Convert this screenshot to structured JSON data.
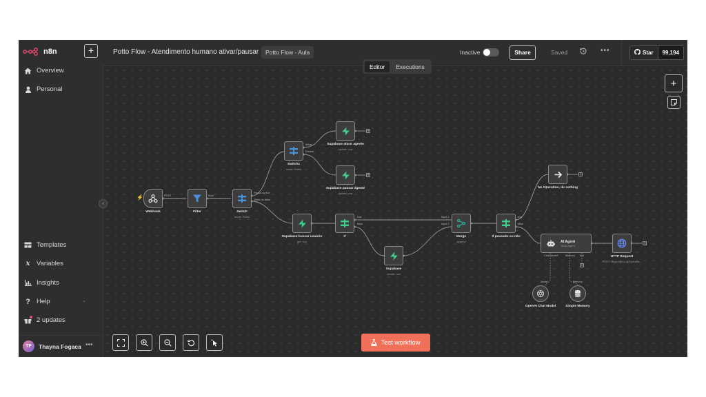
{
  "app": {
    "name": "n8n",
    "new_button": "+"
  },
  "sidebar": {
    "items": [
      {
        "label": "Overview",
        "icon": "home-icon"
      },
      {
        "label": "Personal",
        "icon": "user-icon"
      }
    ],
    "bottom_items": [
      {
        "label": "Templates",
        "icon": "templates-icon"
      },
      {
        "label": "Variables",
        "icon": "variables-icon"
      },
      {
        "label": "Insights",
        "icon": "insights-icon"
      },
      {
        "label": "Help",
        "icon": "help-icon"
      },
      {
        "label": "2 updates",
        "icon": "gift-icon"
      }
    ],
    "user": {
      "initials": "TF",
      "name": "Thayna Fogaca",
      "more": "•••"
    }
  },
  "header": {
    "workflow_title": "Potto Flow - Atendimento humano ativar/pausar",
    "tag": "Potto Flow - Aula",
    "status_label": "Inactive",
    "share_label": "Share",
    "saved_label": "Saved",
    "more_label": "•••",
    "github": {
      "star_label": "Star",
      "count": "99,194"
    },
    "tabs": [
      {
        "label": "Editor",
        "active": true
      },
      {
        "label": "Executions",
        "active": false
      }
    ]
  },
  "canvas": {
    "nodes": {
      "webhook": {
        "label": "Webhook",
        "port": "POST"
      },
      "filter": {
        "label": "Filter",
        "port": "Kept"
      },
      "switch": {
        "label": "Switch",
        "sub": "mode: Rules",
        "out1": "Pausa ou true",
        "out2": "Ativar ou false"
      },
      "switch1": {
        "label": "Switch1",
        "sub": "mode: Rules",
        "out1": "Ativar",
        "out2": "Pausar"
      },
      "sb_ativar": {
        "label": "Supabase ativar agente",
        "sub": "update: row"
      },
      "sb_pausar": {
        "label": "Supabase pausar agente",
        "sub": "update: row"
      },
      "sb_buscar": {
        "label": "Supabase buscar usuário",
        "sub": "get: row"
      },
      "if": {
        "label": "If",
        "out1": "true",
        "out2": "false"
      },
      "supabase": {
        "label": "Supabase",
        "sub": "create: row"
      },
      "merge": {
        "label": "Merge",
        "sub": "append",
        "in1": "Input 1",
        "in2": "Input 2"
      },
      "if_pausado": {
        "label": "If pausado ou não",
        "out1": "true",
        "out2": "false"
      },
      "noop": {
        "label": "No Operation, do nothing"
      },
      "ai_agent": {
        "label": "AI Agent",
        "sub": "Tools Agent",
        "p1": "Chat Model*",
        "p2": "Memory",
        "p3": "Tool"
      },
      "http": {
        "label": "HTTP Request",
        "sub": "POST: https://api.z-api.io/insta..."
      },
      "openai": {
        "label": "OpenAI Chat Model",
        "port": "Model"
      },
      "memory": {
        "label": "Simple Memory",
        "port": "Memory"
      }
    },
    "test_button": "Test workflow"
  },
  "colors": {
    "accent": "#f0705a",
    "switch_blue": "#4a90d9",
    "supabase_green": "#3ecf8e",
    "merge_teal": "#2bb4a7",
    "http_blue": "#6b8cff"
  }
}
